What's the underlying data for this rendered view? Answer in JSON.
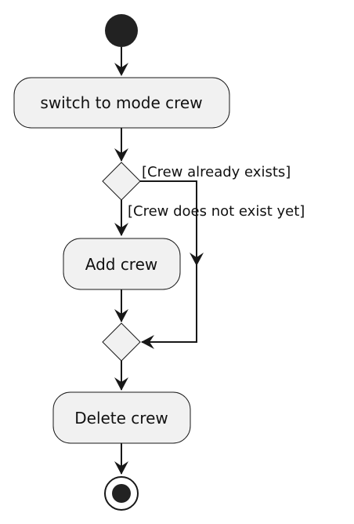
{
  "diagram": {
    "type": "activity",
    "nodes": {
      "start": {
        "kind": "initial"
      },
      "switch_mode": {
        "kind": "action",
        "label": "switch to mode crew"
      },
      "decision": {
        "kind": "decision"
      },
      "add_crew": {
        "kind": "action",
        "label": "Add crew"
      },
      "merge": {
        "kind": "merge"
      },
      "delete_crew": {
        "kind": "action",
        "label": "Delete crew"
      },
      "end": {
        "kind": "final"
      }
    },
    "guards": {
      "exists": "[Crew already exists]",
      "not_exists": "[Crew does not exist yet]"
    },
    "edges": [
      {
        "from": "start",
        "to": "switch_mode"
      },
      {
        "from": "switch_mode",
        "to": "decision"
      },
      {
        "from": "decision",
        "to": "add_crew",
        "guard": "not_exists"
      },
      {
        "from": "decision",
        "to": "merge",
        "guard": "exists"
      },
      {
        "from": "add_crew",
        "to": "merge"
      },
      {
        "from": "merge",
        "to": "delete_crew"
      },
      {
        "from": "delete_crew",
        "to": "end"
      }
    ]
  },
  "colors": {
    "node_fill": "#f1f1f1",
    "stroke": "#181818",
    "initial_fill": "#222222",
    "text": "#111111"
  }
}
